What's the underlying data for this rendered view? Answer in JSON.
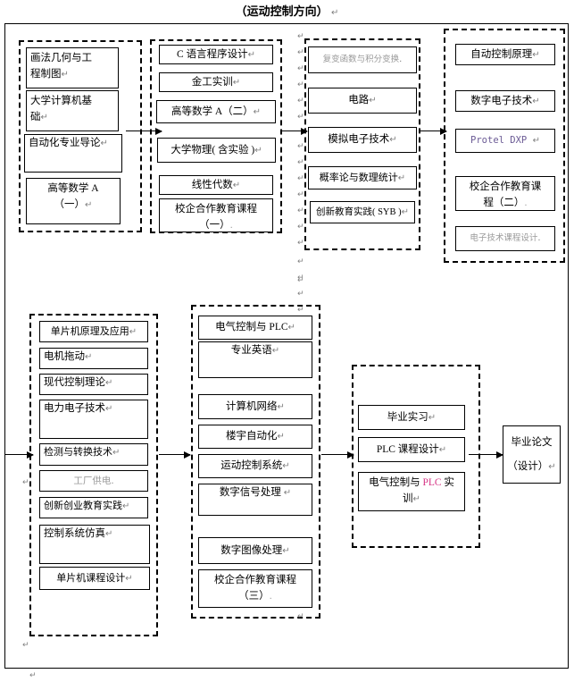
{
  "title": "（运动控制方向）",
  "pilcrow": "↵",
  "groups": {
    "sem1": {
      "name": "semester-1-group",
      "courses": [
        {
          "label": "画法几何与工\n程制图"
        },
        {
          "label": "大学计算机基\n础"
        },
        {
          "label": "自动化专业导论"
        },
        {
          "label": "高等数学 A\n（一）"
        }
      ]
    },
    "sem2": {
      "name": "semester-2-group",
      "courses": [
        {
          "label": "C 语言程序设计"
        },
        {
          "label": "金工实训"
        },
        {
          "label": "高等数学 A（二）"
        },
        {
          "label": "大学物理( 含实验 )"
        },
        {
          "label": "线性代数"
        },
        {
          "label": "校企合作教育课程\n（一）"
        }
      ]
    },
    "sem3": {
      "name": "semester-3-group",
      "courses": [
        {
          "label": "复变函数与积分变换"
        },
        {
          "label": "电路"
        },
        {
          "label": "模拟电子技术"
        },
        {
          "label": "概率论与数理统计"
        },
        {
          "label": "创新教育实践( SYB )"
        }
      ]
    },
    "sem4": {
      "name": "semester-4-group",
      "courses": [
        {
          "label": "自动控制原理"
        },
        {
          "label": "数字电子技术"
        },
        {
          "label": "Protel DXP"
        },
        {
          "label": "校企合作教育课\n程（二）"
        },
        {
          "label": "电子技术课程设计"
        }
      ]
    },
    "sem5": {
      "name": "semester-5-group",
      "courses": [
        {
          "label": "单片机原理及应用"
        },
        {
          "label": "电机拖动"
        },
        {
          "label": "现代控制理论"
        },
        {
          "label": "电力电子技术"
        },
        {
          "label": "检测与转换技术"
        },
        {
          "label": "工厂供电"
        },
        {
          "label": "创新创业教育实践"
        },
        {
          "label": "控制系统仿真"
        },
        {
          "label": "单片机课程设计"
        }
      ]
    },
    "sem6": {
      "name": "semester-6-group",
      "courses": [
        {
          "label": "电气控制与 PLC"
        },
        {
          "label": "专业英语"
        },
        {
          "label": "计算机网络"
        },
        {
          "label": "楼宇自动化"
        },
        {
          "label": "运动控制系统"
        },
        {
          "label": "数字信号处理"
        },
        {
          "label": "数字图像处理"
        },
        {
          "label": "校企合作教育课程\n（三）"
        }
      ]
    },
    "sem7": {
      "name": "semester-7-group",
      "courses": [
        {
          "label": "毕业实习"
        },
        {
          "label": "PLC 课程设计"
        },
        {
          "label": "电气控制与 PLC 实\n训"
        }
      ]
    },
    "final": {
      "name": "final-node",
      "label": "毕业论文\n\n（设计）"
    }
  },
  "final_lines": {
    "l1": "毕业论文",
    "l2": "（设计）"
  }
}
